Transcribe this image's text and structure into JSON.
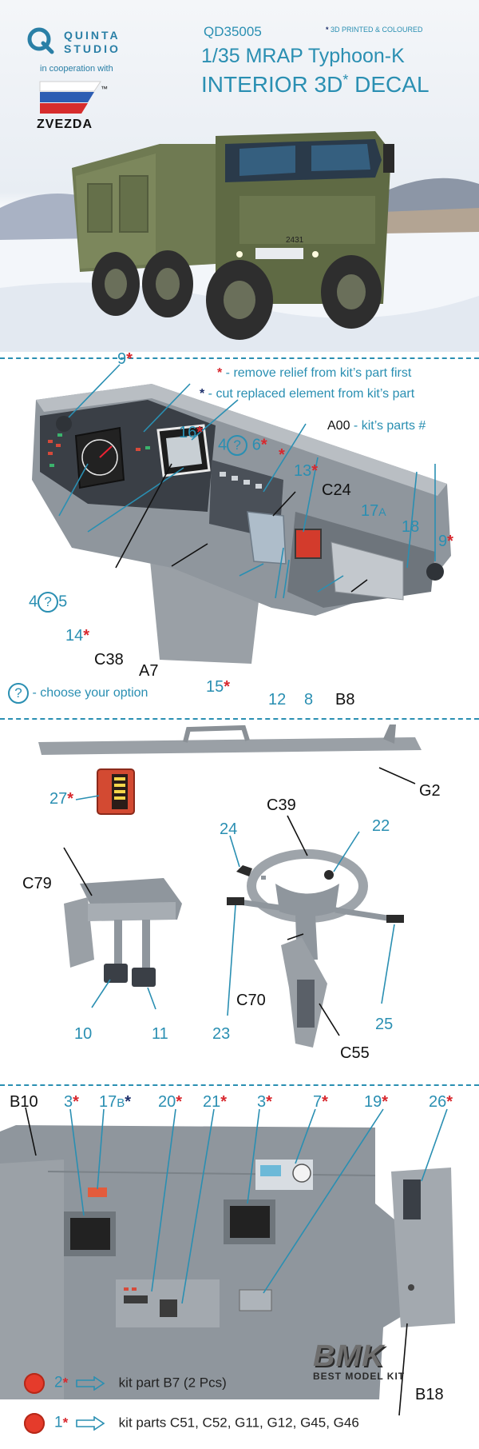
{
  "header": {
    "brand_line1": "QUINTA",
    "brand_line2": "STUDIO",
    "cooperation": "in cooperation with",
    "partner": "ZVEZDA",
    "partner_tm": "™",
    "product_code": "QD35005",
    "printed_note_star": "*",
    "printed_note": "3D PRINTED & COLOURED",
    "title_line1": "1/35 MRAP Typhoon-K",
    "title_line2": "INTERIOR 3D",
    "title_star": "*",
    "title_line2_end": " DECAL",
    "truck_plate": "2431"
  },
  "legend": {
    "remove_star": "*",
    "remove_text": " - remove relief from kit’s part first",
    "cut_star": "*",
    "cut_text": " - cut replaced element from kit’s part",
    "kit_code": "A00",
    "kit_text": " - kit’s parts #",
    "choose_symbol": "?",
    "choose_text": " - choose your option"
  },
  "dashboard_labels": {
    "l9a": "9",
    "l16": "16",
    "l4a": "4",
    "q1": "?",
    "l6": "6",
    "l13": "13",
    "lC24": "C24",
    "l17A_num": "17",
    "l17A_sfx": "A",
    "l18": "18",
    "l9b": "9",
    "l4b": "4",
    "q2": "?",
    "l5": "5",
    "l14": "14",
    "lC38": "C38",
    "lA7": "A7",
    "l15": "15",
    "l12": "12",
    "l8": "8",
    "lB8": "B8",
    "star": "*"
  },
  "controls_labels": {
    "lG2": "G2",
    "l27": "27",
    "lC39": "C39",
    "l22": "22",
    "l24": "24",
    "lC79": "C79",
    "lC70": "C70",
    "l10": "10",
    "l11": "11",
    "l23": "23",
    "l25": "25",
    "lC55": "C55"
  },
  "interior_labels": {
    "lB10": "B10",
    "l3a": "3",
    "l17B_num": "17",
    "l17B_sfx": "B",
    "l20": "20",
    "l21": "21",
    "l3b": "3",
    "l7": "7",
    "l19": "19",
    "l26": "26",
    "lB18": "B18"
  },
  "kit_parts": [
    {
      "num": "2",
      "text": "kit part B7 (2 Pcs)"
    },
    {
      "num": "1",
      "text": "kit parts C51, C52, G11, G12, G45, G46"
    }
  ],
  "bmk": {
    "logo": "BMK",
    "sub": "BEST MODEL KIT"
  },
  "colors": {
    "accent": "#2a8fb2",
    "red_star": "#d8282e",
    "blue_star": "#1d2f6b",
    "part_grey": "#8f969d"
  }
}
